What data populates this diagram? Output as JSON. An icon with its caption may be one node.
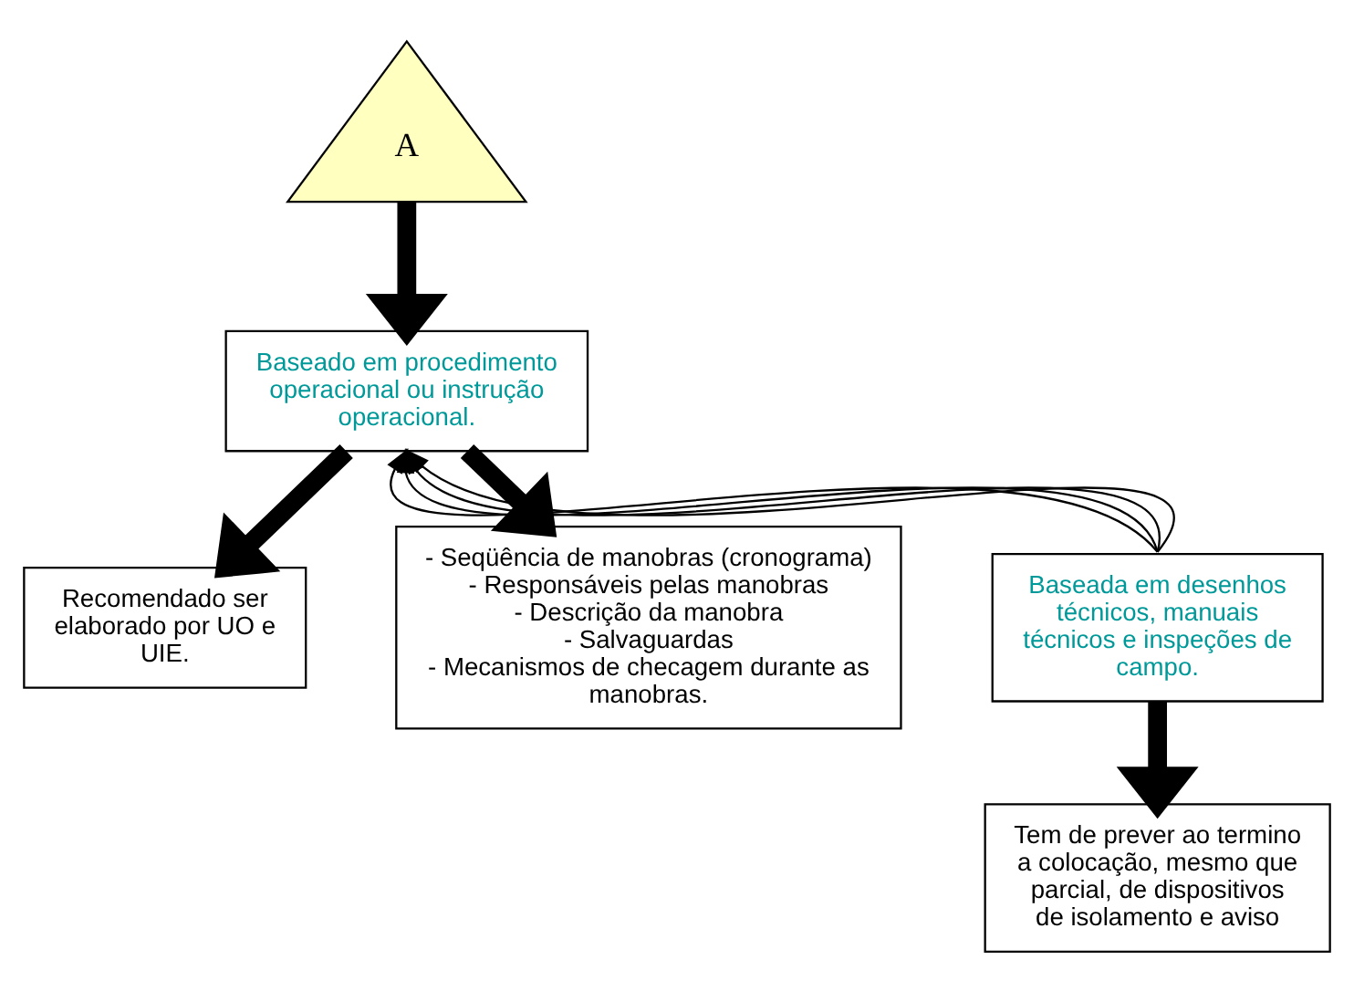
{
  "diagram": {
    "nodes": [
      {
        "text": [
          "A"
        ]
      },
      {
        "text": [
          "Baseado em procedimento operacional ou instrução operacional."
        ]
      },
      {
        "text": [
          "Recomendado ser elaborado por UO e UIE."
        ]
      },
      {
        "text": [
          "- Seqüência de manobras (cronograma)",
          "- Responsáveis pelas manobras",
          "- Descrição da manobra",
          "- Salvaguardas",
          "- Mecanismos de checagem durante as manobras."
        ]
      },
      {
        "text": [
          "Baseada em desenhos técnicos, manuais técnicos e inspeções de campo."
        ]
      },
      {
        "text": [
          "Tem de prever ao termino a colocação, mesmo que parcial, de dispositivos de isolamento e aviso"
        ]
      }
    ],
    "edges": [
      {
        "from": 0,
        "to": 1,
        "arrow": "to",
        "style": "thick"
      },
      {
        "from": 1,
        "to": 2,
        "arrow": "to",
        "style": "thick"
      },
      {
        "from": 4,
        "to": 1,
        "arrow": "to"
      },
      {
        "from": 4,
        "to": 1,
        "arrow": "to"
      },
      {
        "from": 4,
        "to": 1,
        "arrow": "to"
      },
      {
        "from": 4,
        "to": 1,
        "arrow": "to"
      },
      {
        "from": 1,
        "to": 3,
        "arrow": "to",
        "style": "thick"
      },
      {
        "from": 4,
        "to": 5,
        "arrow": "to",
        "style": "thick"
      }
    ]
  }
}
